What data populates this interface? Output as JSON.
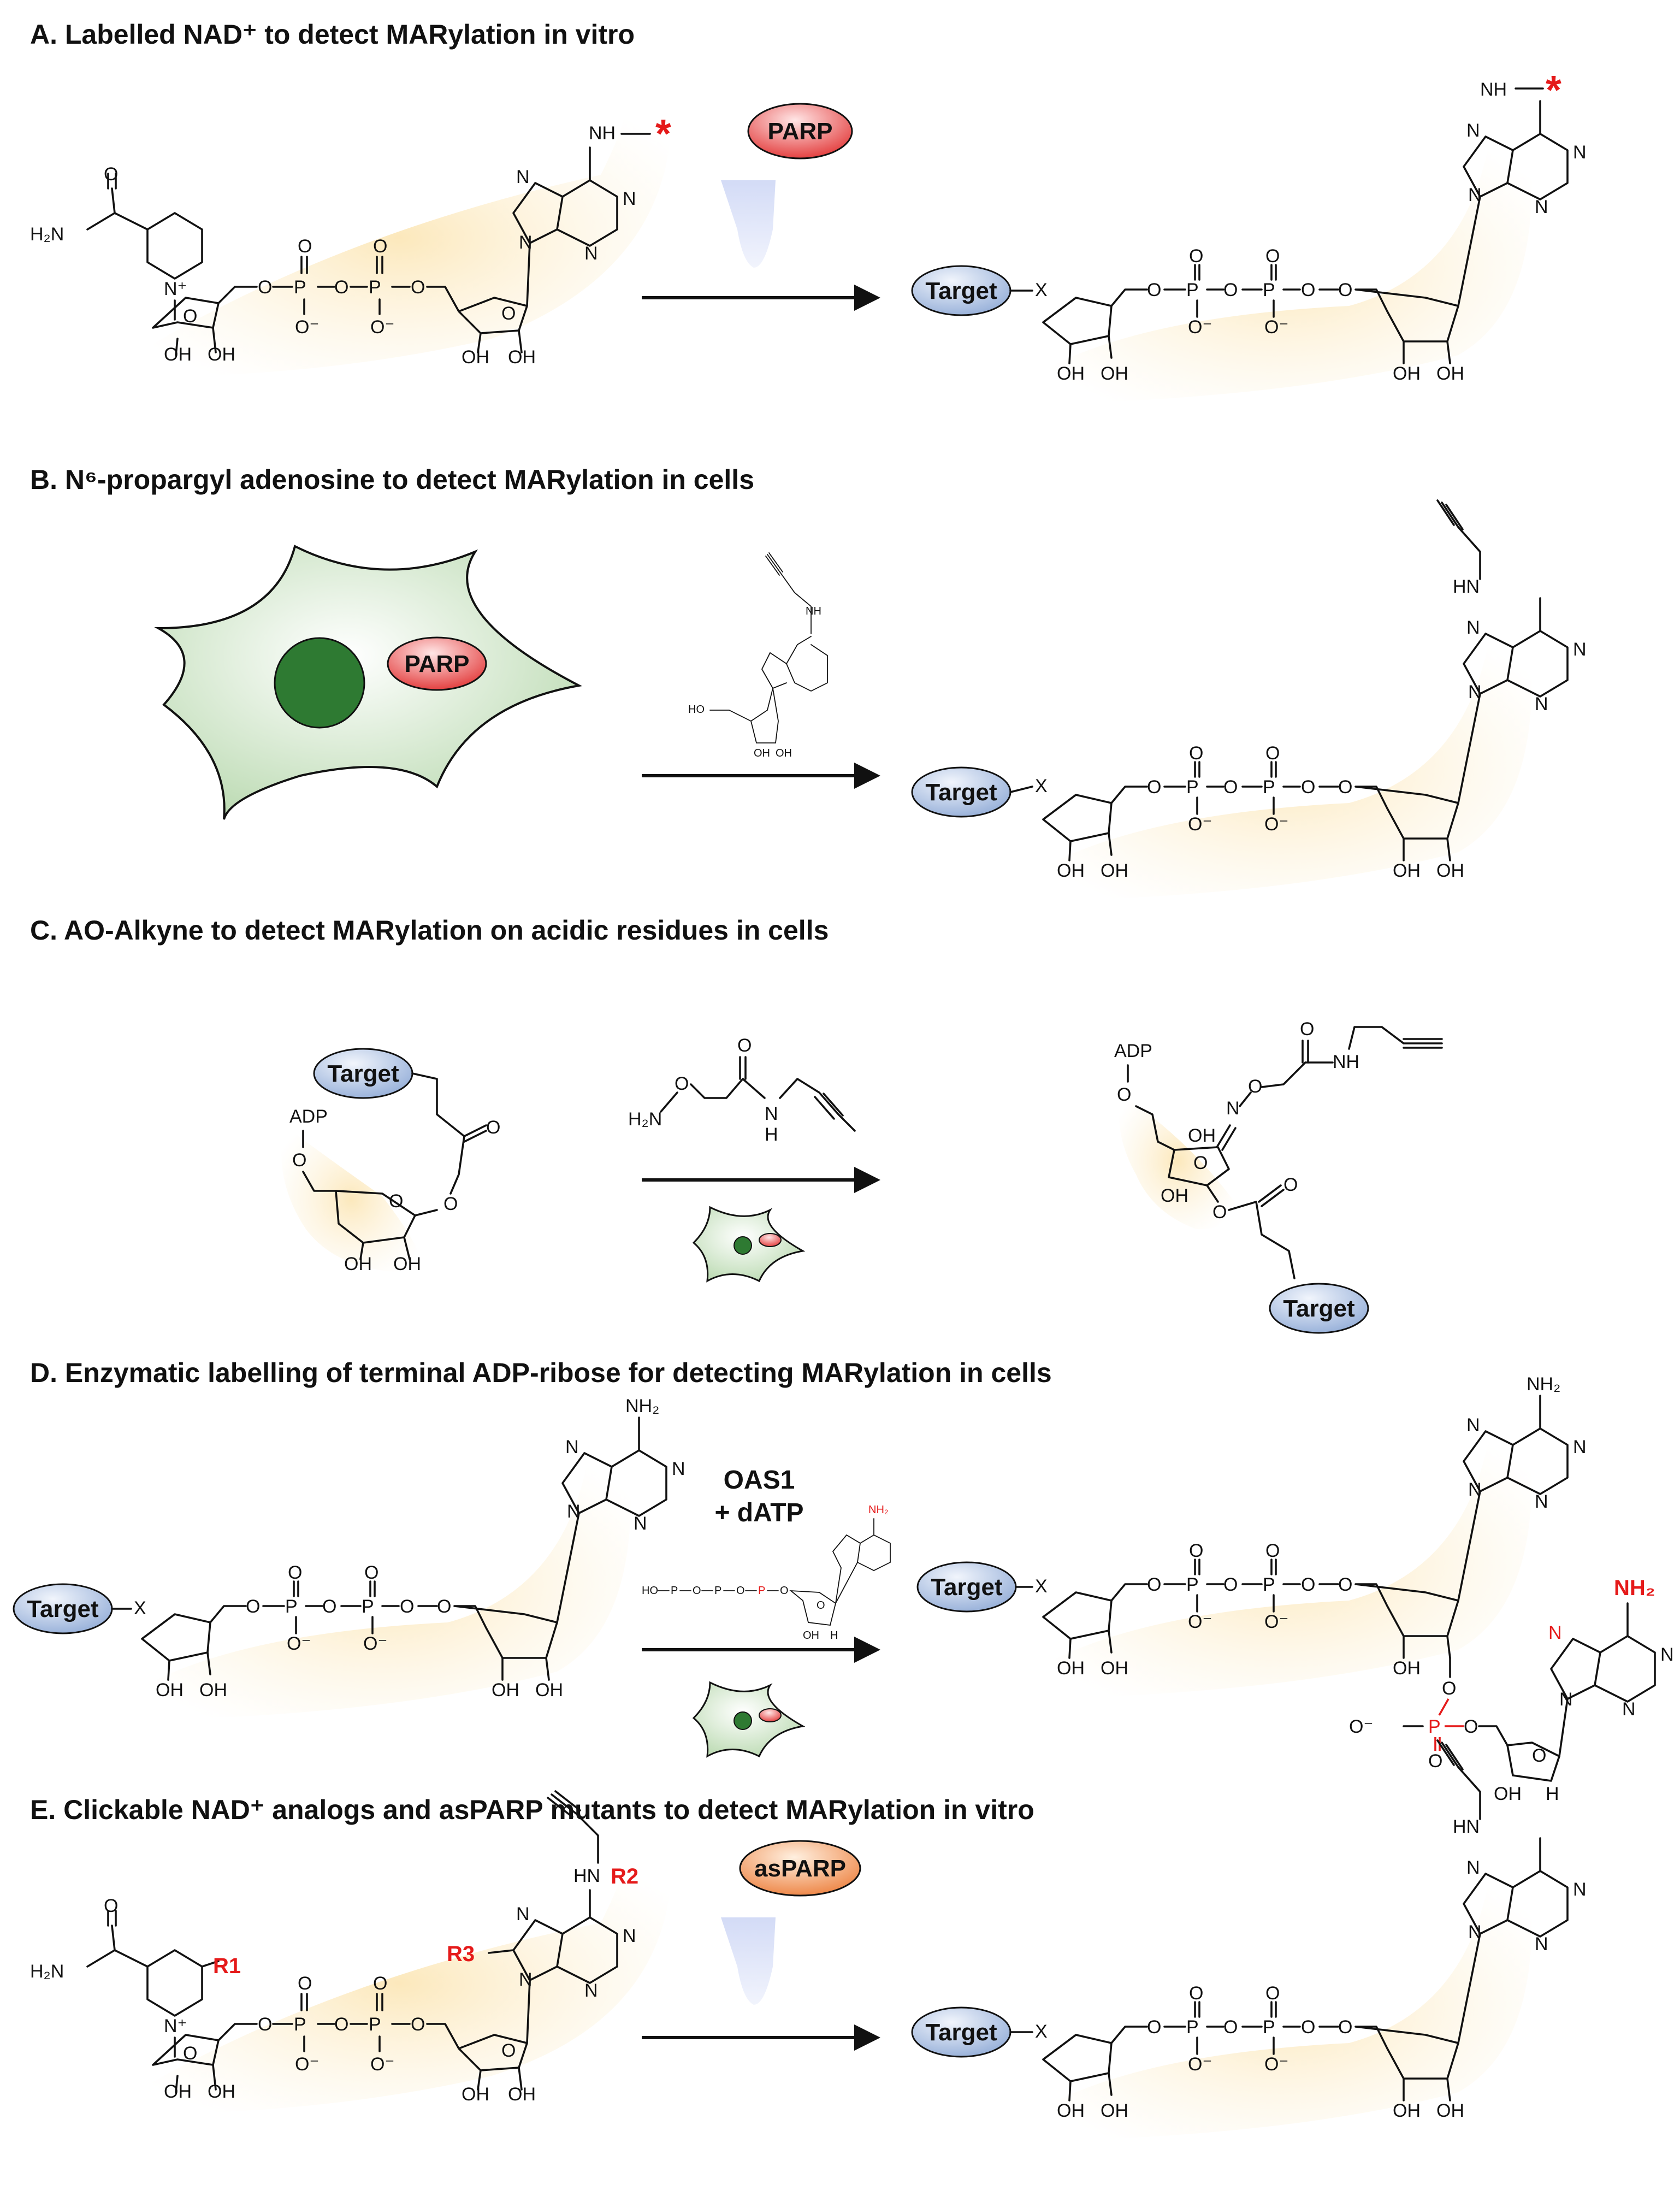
{
  "panels": {
    "a": {
      "title": "A. Labelled NAD⁺ to detect MARylation in vitro",
      "enzyme": "PARP",
      "label_mark": "*"
    },
    "b": {
      "title": "B. N⁶-propargyl adenosine to detect MARylation in cells",
      "enzyme": "PARP"
    },
    "c": {
      "title": "C. AO-Alkyne to detect MARylation on acidic residues in cells"
    },
    "d": {
      "title": "D. Enzymatic labelling of terminal ADP-ribose for detecting MARylation in cells",
      "enzyme_line1": "OAS1",
      "enzyme_line2": "+ dATP"
    },
    "e": {
      "title": "E. Clickable NAD⁺ analogs and asPARP mutants to detect MARylation in vitro",
      "enzyme": "asPARP",
      "r1": "R1",
      "r2": "R2",
      "r3": "R3"
    }
  },
  "labels": {
    "target": "Target",
    "x": "X",
    "o": "O",
    "p": "P",
    "n": "N",
    "nplus": "N⁺",
    "ominus": "O⁻",
    "oh": "OH",
    "h": "H",
    "nh": "NH",
    "hn": "HN",
    "nh2": "NH₂",
    "h2n": "H₂N",
    "adp": "ADP",
    "ho": "HO"
  },
  "colors": {
    "highlight": "#fdf0d2",
    "parp": "#e03030",
    "asparp": "#f08040",
    "target": "#a9c1e3",
    "cell": "#cfe5c8",
    "nucleus": "#2e7a32",
    "red": "#e51a1a"
  }
}
